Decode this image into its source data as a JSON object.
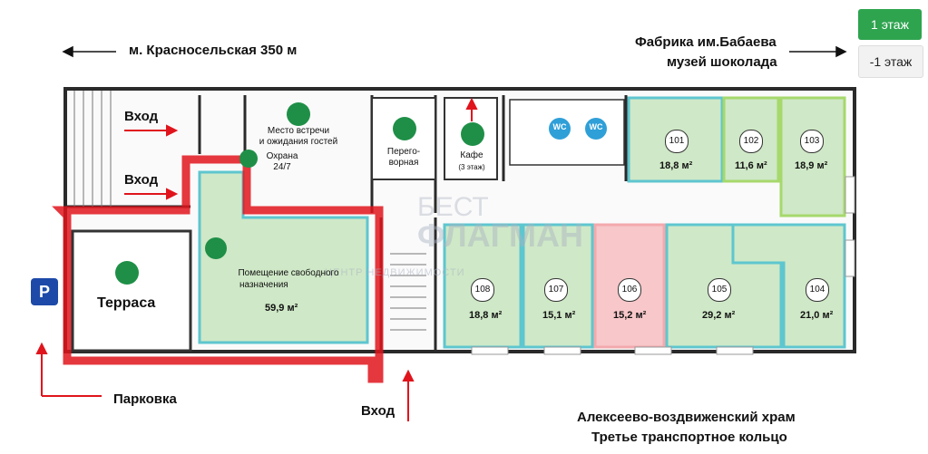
{
  "floor_buttons": {
    "first": "1 этаж",
    "basement": "-1 этаж"
  },
  "nav": {
    "metro": "м. Красносельская 350 м",
    "factory_line1": "Фабрика им.Бабаева",
    "factory_line2": "музей шоколада",
    "church": "Алексеево-воздвиженский храм",
    "ring_road": "Третье транспортное кольцо"
  },
  "labels": {
    "entrance_1": "Вход",
    "entrance_2": "Вход",
    "entrance_3": "Вход",
    "parking": "Парковка",
    "parking_sign": "P",
    "terrace": "Терраса",
    "meeting_line1": "Место встречи",
    "meeting_line2": "и ожидания гостей",
    "security_line1": "Охрана",
    "security_line2": "24/7",
    "negotiation_line1": "Перего-",
    "negotiation_line2": "ворная",
    "cafe": "Кафе",
    "cafe_floor": "(3 этаж)",
    "wc1": "WC",
    "wc2": "WC",
    "free_room_line1": "Помещение свободного",
    "free_room_line2": "назначения",
    "free_room_area": "59,9 м²",
    "watermark_1": "БЕСТ",
    "watermark_2": "ФЛАГМАН",
    "watermark_3": "ЦЕНТР НЕДВИЖИМОСТИ"
  },
  "rooms": [
    {
      "num": "101",
      "area": "18,8 м²",
      "color": "#5ec6cf"
    },
    {
      "num": "102",
      "area": "11,6 м²",
      "color": "#a6d86b"
    },
    {
      "num": "103",
      "area": "18,9 м²",
      "color": "#a6d86b"
    },
    {
      "num": "104",
      "area": "21,0 м²",
      "color": "#5ec6cf"
    },
    {
      "num": "105",
      "area": "29,2 м²",
      "color": "#5ec6cf"
    },
    {
      "num": "106",
      "area": "15,2 м²",
      "color": "#f3a9ad"
    },
    {
      "num": "107",
      "area": "15,1 м²",
      "color": "#5ec6cf"
    },
    {
      "num": "108",
      "area": "18,8 м²",
      "color": "#5ec6cf"
    }
  ],
  "colors": {
    "room_fill": "#cfe8c7",
    "room_106_fill": "#f7c7c9",
    "highlight_red": "#e0141c",
    "wall": "#2a2a2a",
    "icon_green": "#1f8f47",
    "active_button": "#2ea44f",
    "parking_blue": "#1d4aa8"
  }
}
